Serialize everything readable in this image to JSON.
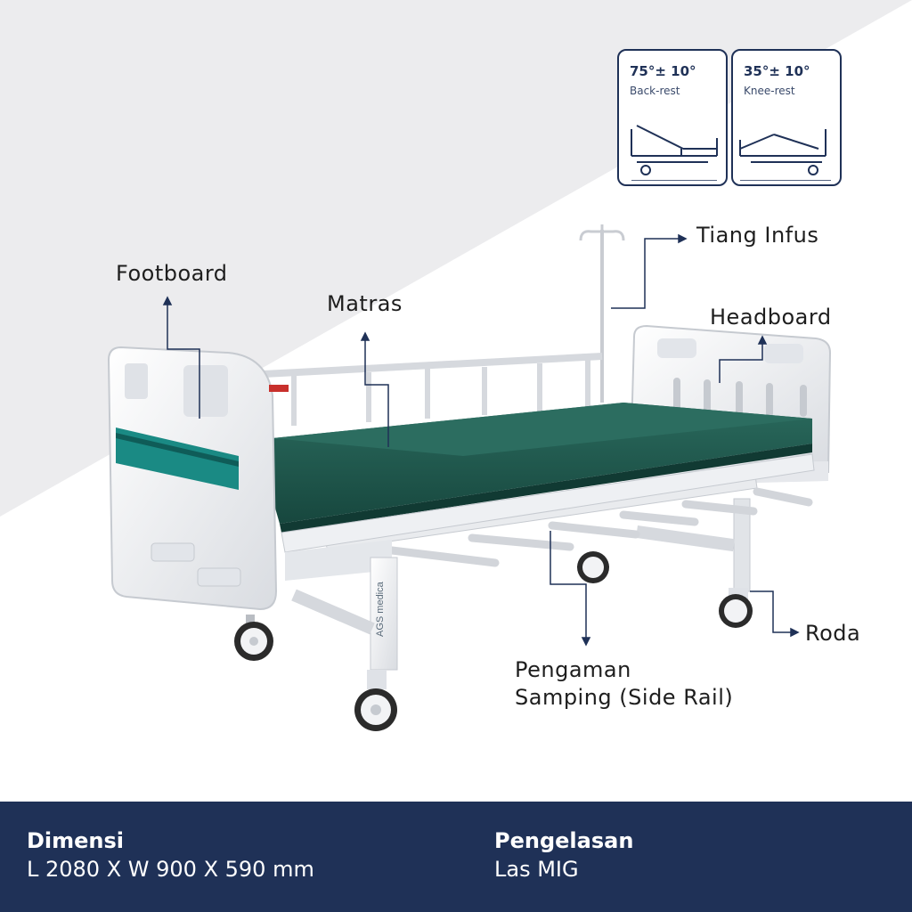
{
  "labels": {
    "footboard": "Footboard",
    "matras": "Matras",
    "headboard": "Headboard",
    "tiang_infus": "Tiang Infus",
    "roda": "Roda",
    "side_rail_line1": "Pengaman",
    "side_rail_line2": "Samping (Side Rail)"
  },
  "angle_cards": [
    {
      "angle": "75°± 10°",
      "name": "Back-rest"
    },
    {
      "angle": "35°± 10°",
      "name": "Knee-rest"
    }
  ],
  "brand_mark": "AGS medica",
  "footer": {
    "dimension_title": "Dimensi",
    "dimension_value": "L 2080 X W 900 X 590 mm",
    "welding_title": "Pengelasan",
    "welding_value": "Las MIG"
  },
  "colors": {
    "navy": "#1f3157",
    "mattress": "#1f5a4e",
    "teal_stripe": "#1a8a84",
    "frame_white": "#f4f5f7"
  },
  "icons": [
    "arrow-up-icon",
    "arrow-right-icon",
    "arrow-down-icon"
  ]
}
